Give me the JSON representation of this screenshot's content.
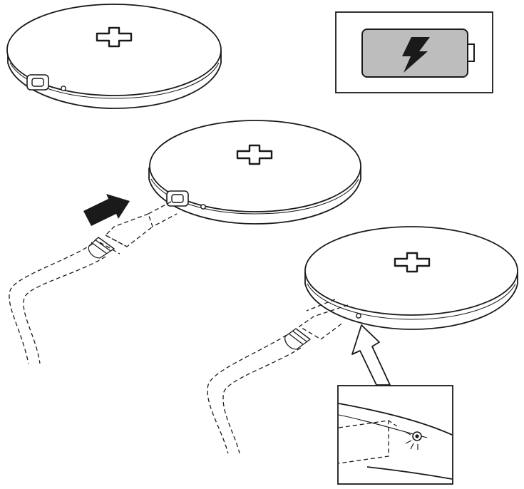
{
  "colors": {
    "line": "#1a1a1a",
    "background": "#ffffff",
    "battery_fill": "#bdbdbd",
    "arrow_fill": "#1a1a1a"
  },
  "icons": {
    "battery": "battery-charging-icon",
    "bolt": "lightning-bolt-icon",
    "charging_cross": "cross-charging-marker-icon",
    "arrow": "insert-arrow-icon"
  },
  "steps": [
    {
      "id": "charger-standalone",
      "usb_port_shown": true,
      "led_shown": true
    },
    {
      "id": "charger-plugging-cable",
      "cable_inserted": true,
      "direction": "insert-into-port"
    },
    {
      "id": "charger-connected-led-lit",
      "cable_inserted": true,
      "led_lit": true,
      "detail_callout": "led-closeup"
    }
  ]
}
